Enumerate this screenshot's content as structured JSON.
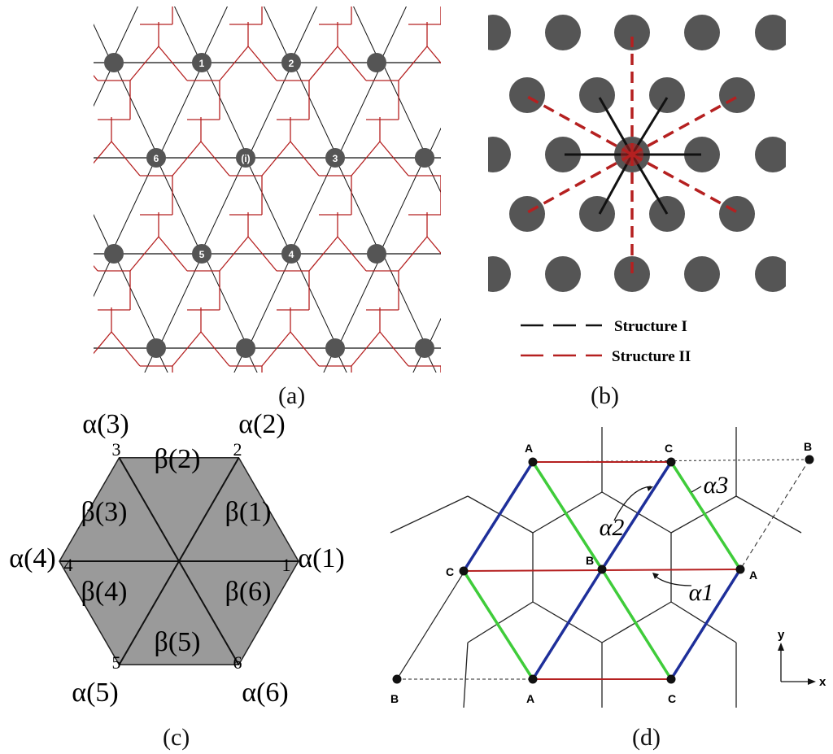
{
  "panels": {
    "a": {
      "caption": "(a)",
      "labels": [
        "1",
        "2",
        "3",
        "4",
        "5",
        "6",
        "(i)"
      ]
    },
    "b": {
      "caption": "(b)",
      "legend": [
        "Structure I",
        "Structure II"
      ]
    },
    "c": {
      "caption": "(c)",
      "alpha_labels": [
        "α(1)",
        "α(2)",
        "α(3)",
        "α(4)",
        "α(5)",
        "α(6)"
      ],
      "beta_labels": [
        "β(1)",
        "β(2)",
        "β(3)",
        "β(4)",
        "β(5)",
        "β(6)"
      ],
      "vertex_numbers": [
        "1",
        "2",
        "3",
        "4",
        "5",
        "6"
      ]
    },
    "d": {
      "caption": "(d)",
      "site_labels": [
        "A",
        "C",
        "B",
        "C",
        "B",
        "A",
        "B",
        "A",
        "C"
      ],
      "bond_labels": [
        "α1",
        "α2",
        "α3"
      ],
      "axes": [
        "y",
        "x"
      ]
    }
  },
  "colors": {
    "red": "#b52020",
    "dot": "#555555",
    "hexfill": "#9a9a9a",
    "blue": "#1e2f9a",
    "green": "#3fcc3a"
  }
}
